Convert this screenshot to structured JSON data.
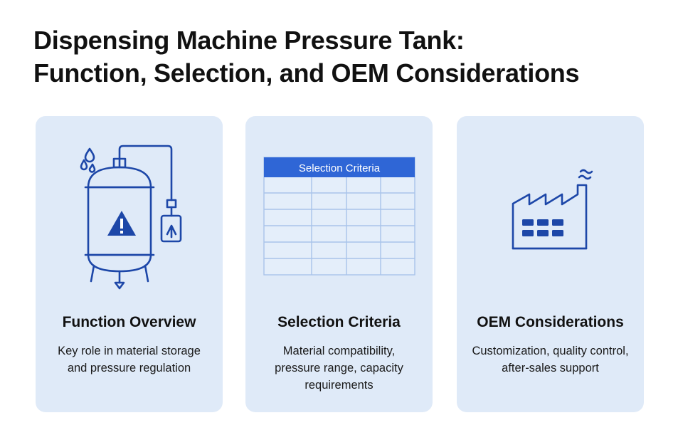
{
  "title": {
    "line1": "Dispensing Machine Pressure Tank:",
    "line2": "Function, Selection, and OEM Considerations"
  },
  "cards": [
    {
      "heading": "Function Overview",
      "desc": [
        "Key role in material storage",
        "and pressure regulation"
      ],
      "icon": "pressure-tank-icon"
    },
    {
      "heading": "Selection Criteria",
      "table_header": "Selection Criteria",
      "desc": [
        "Material compatibility,",
        "pressure range, capacity",
        "requirements"
      ],
      "icon": "criteria-table-icon"
    },
    {
      "heading": "OEM Considerations",
      "desc": [
        "Customization, quality control,",
        "after-sales support"
      ],
      "icon": "factory-icon"
    }
  ],
  "colors": {
    "accent": "#1d47a8",
    "header_blue": "#2f66d6",
    "card_bg": "#dfeaf8",
    "grid_line": "#a9c4ea"
  }
}
